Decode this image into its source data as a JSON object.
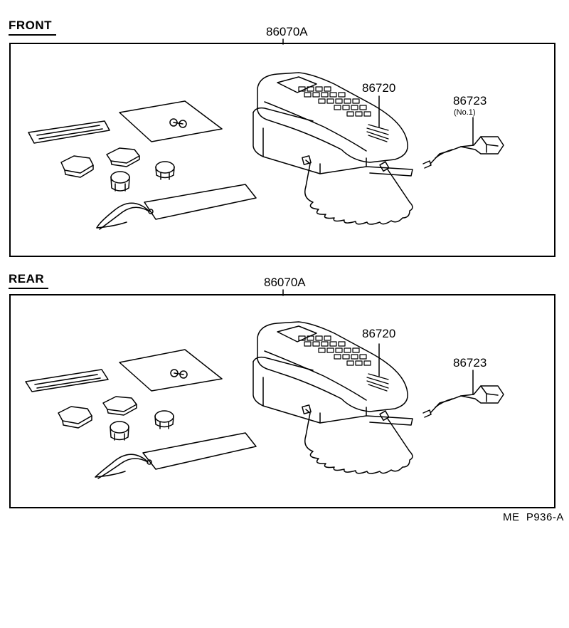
{
  "sections": [
    {
      "heading": "FRONT",
      "assembly_number": "86070A",
      "parts": [
        {
          "number": "86720"
        },
        {
          "number": "86723",
          "note": "(No.1)"
        }
      ]
    },
    {
      "heading": "REAR",
      "assembly_number": "86070A",
      "parts": [
        {
          "number": "86720"
        },
        {
          "number": "86723",
          "note": ""
        }
      ]
    }
  ],
  "footer": {
    "code": "ME  P936-A"
  }
}
